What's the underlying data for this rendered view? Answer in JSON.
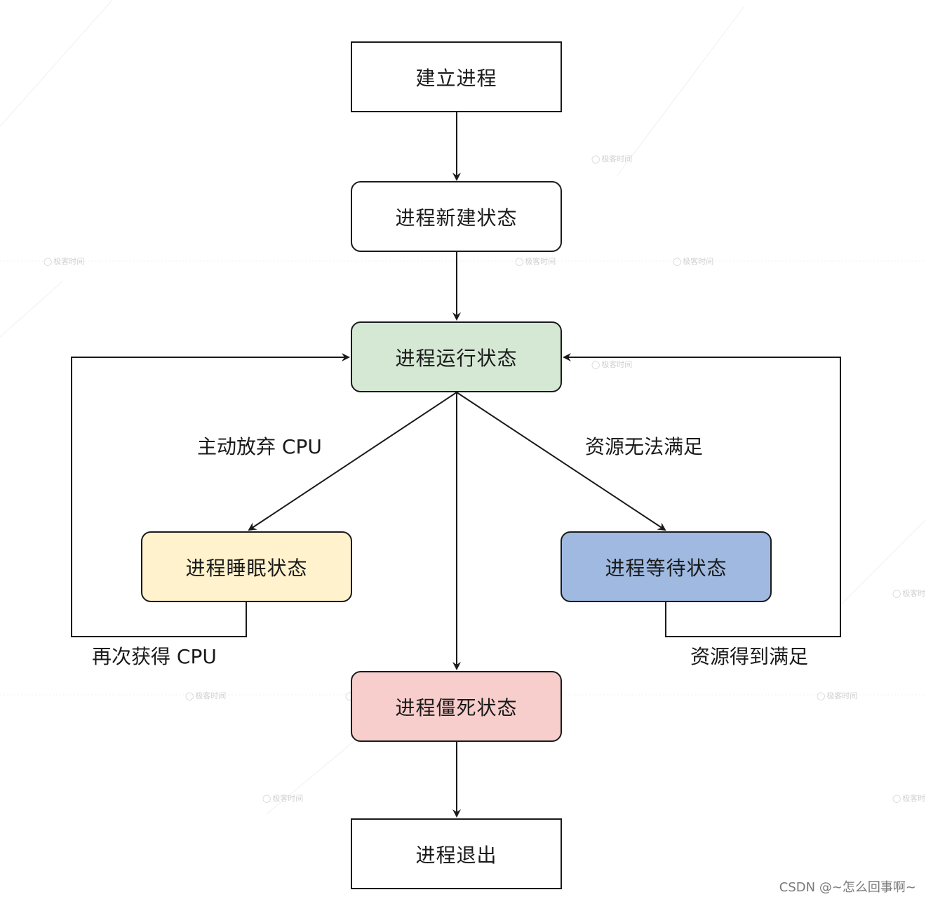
{
  "nodes": {
    "create": "建立进程",
    "new_state": "进程新建状态",
    "running": "进程运行状态",
    "sleeping": "进程睡眠状态",
    "waiting": "进程等待状态",
    "zombie": "进程僵死状态",
    "exit": "进程退出"
  },
  "edge_labels": {
    "yield_cpu": "主动放弃 CPU",
    "resource_unavailable": "资源无法满足",
    "regain_cpu": "再次获得 CPU",
    "resource_satisfied": "资源得到满足"
  },
  "colors": {
    "running_fill": "#d5e8d4",
    "sleeping_fill": "#fff2cc",
    "waiting_fill": "#9fb9e0",
    "zombie_fill": "#f8cecc",
    "stroke": "#1a1a1a"
  },
  "watermark": "极客时间",
  "credit": "CSDN @~怎么回事啊~"
}
